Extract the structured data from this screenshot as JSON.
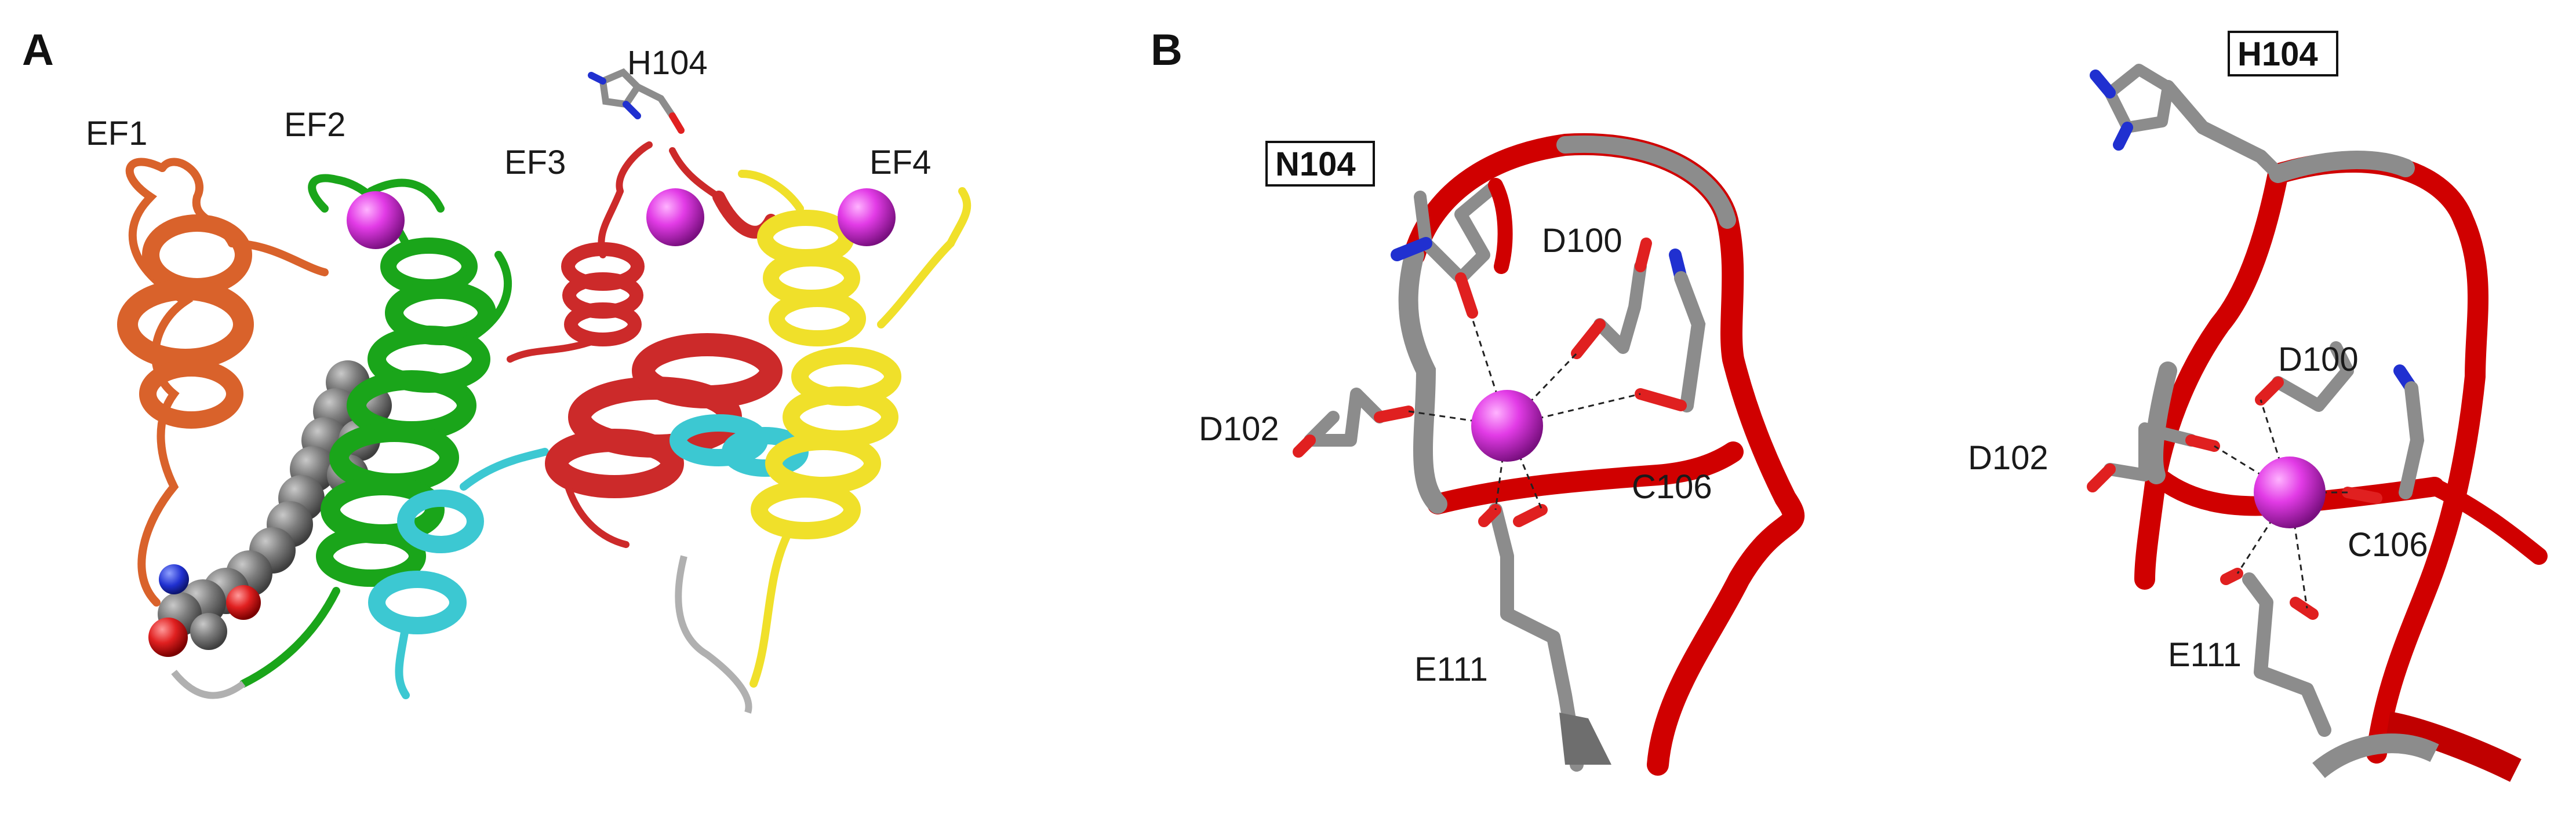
{
  "panels": {
    "a": {
      "letter": "A",
      "labels": {
        "ef1": "EF1",
        "ef2": "EF2",
        "ef3": "EF3",
        "ef4": "EF4",
        "h104": "H104"
      }
    },
    "b": {
      "letter": "B",
      "left": {
        "boxed_label": "N104",
        "d100": "D100",
        "d102": "D102",
        "c106": "C106",
        "e111": "E111"
      },
      "right": {
        "boxed_label": "H104",
        "d100": "D100",
        "d102": "D102",
        "c106": "C106",
        "e111": "E111"
      }
    }
  },
  "colors": {
    "ef1": "#d9622b",
    "ef2": "#1aa51a",
    "ef3": "#cc2a2a",
    "ef4": "#f0e02a",
    "linker": "#3cc8d2",
    "ion": "#d21fd6",
    "carbon": "#8c8c8c",
    "oxygen": "#e02020",
    "nitrogen": "#2030d0",
    "backbone": "#d00000",
    "loop": "#b0b0b0"
  }
}
